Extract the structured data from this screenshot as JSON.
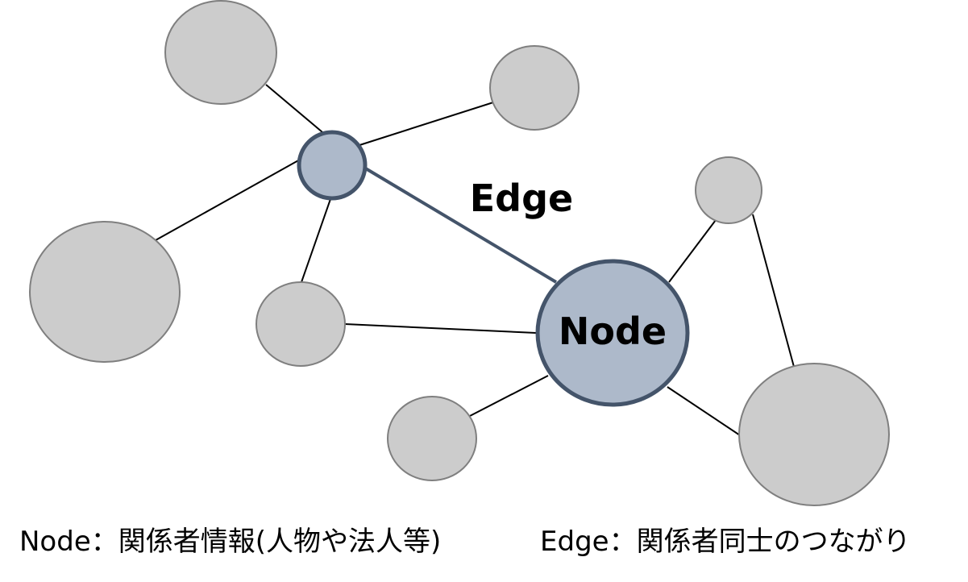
{
  "diagram": {
    "edge_label": "Edge",
    "node_label": "Node"
  },
  "legend": {
    "node_caption": "Node：関係者情報(人物や法人等)",
    "edge_caption": "Edge：関係者同士のつながり"
  },
  "colors": {
    "node_fill": "#cccccc",
    "node_stroke": "#7f7f7f",
    "highlight_fill": "#adb9ca",
    "highlight_stroke": "#44546a",
    "edge": "#000000"
  }
}
